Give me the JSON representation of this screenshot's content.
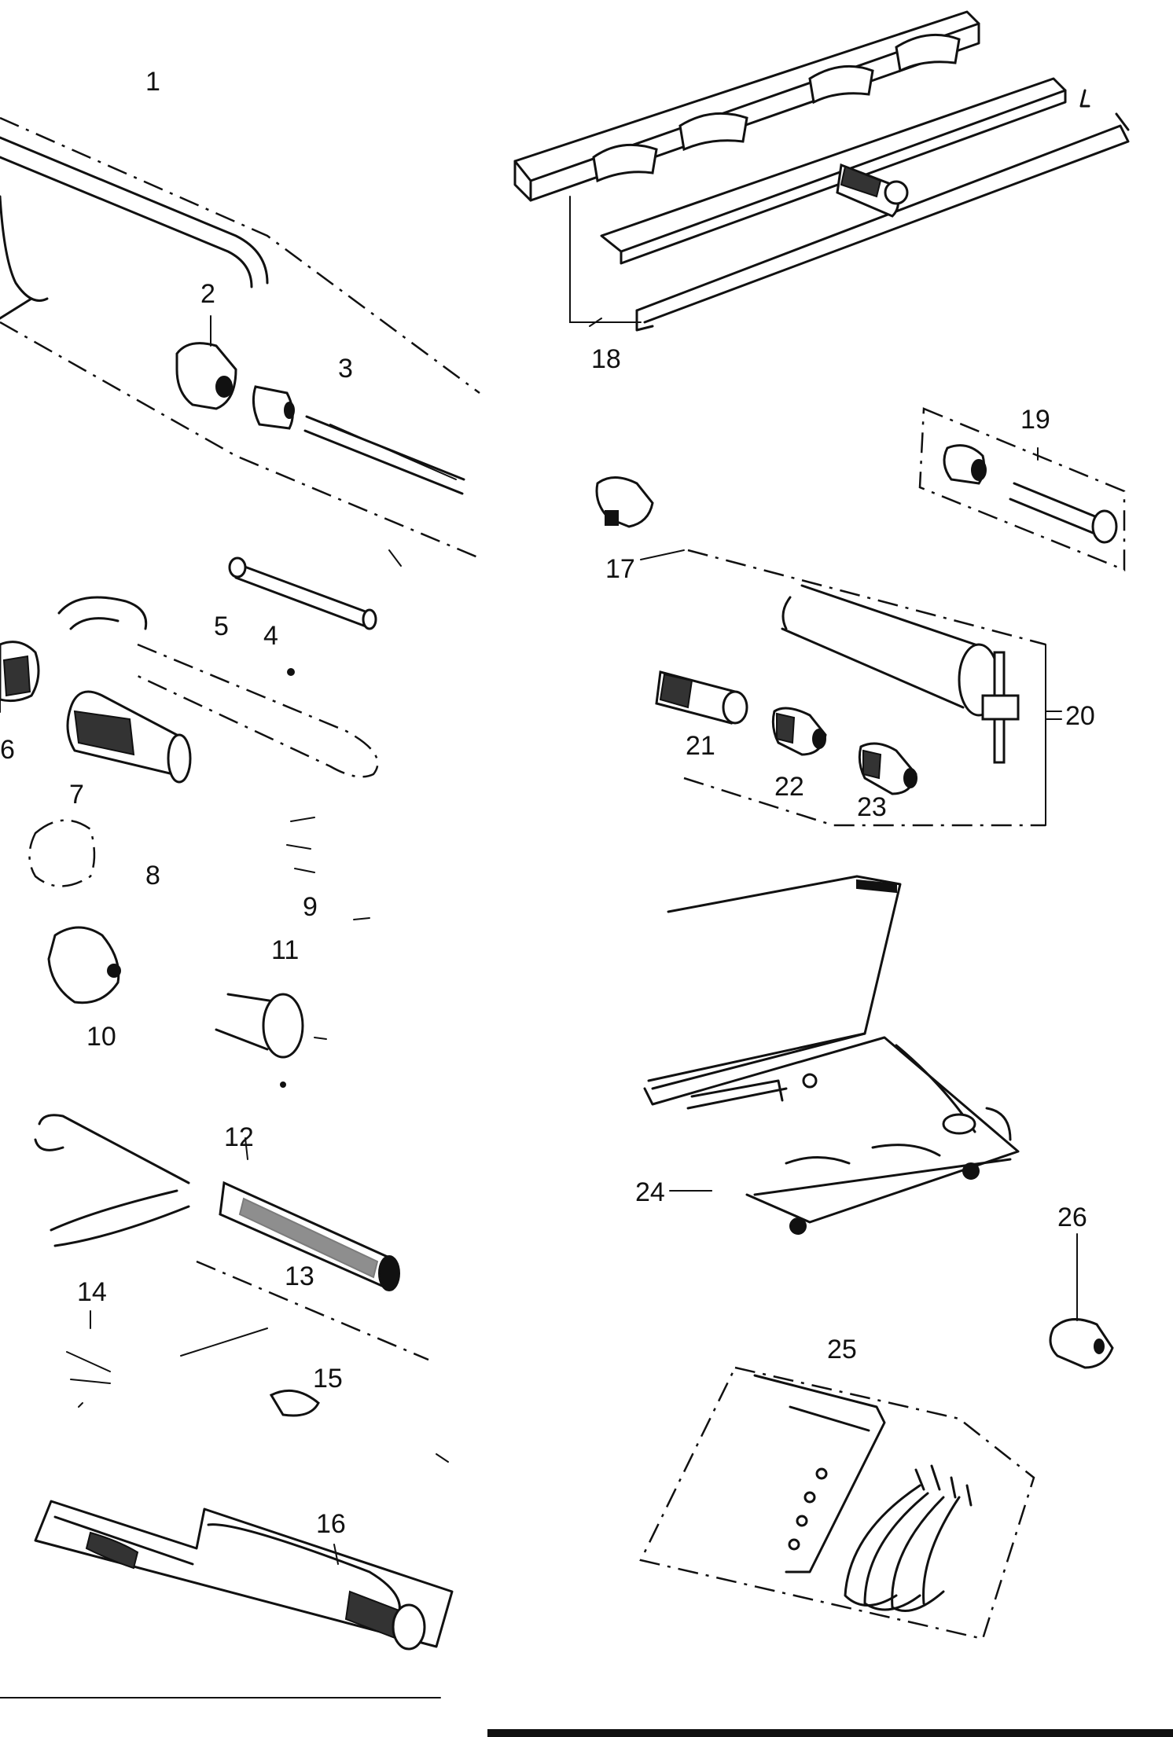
{
  "callouts": [
    {
      "id": "1",
      "label": "1"
    },
    {
      "id": "2",
      "label": "2"
    },
    {
      "id": "3",
      "label": "3"
    },
    {
      "id": "4",
      "label": "4"
    },
    {
      "id": "5",
      "label": "5"
    },
    {
      "id": "6",
      "label": "6"
    },
    {
      "id": "7",
      "label": "7"
    },
    {
      "id": "8",
      "label": "8"
    },
    {
      "id": "9",
      "label": "9"
    },
    {
      "id": "10",
      "label": "10"
    },
    {
      "id": "11",
      "label": "11"
    },
    {
      "id": "12",
      "label": "12"
    },
    {
      "id": "13",
      "label": "13"
    },
    {
      "id": "14",
      "label": "14"
    },
    {
      "id": "15",
      "label": "15"
    },
    {
      "id": "16",
      "label": "16"
    },
    {
      "id": "17",
      "label": "17"
    },
    {
      "id": "18",
      "label": "18"
    },
    {
      "id": "19",
      "label": "19"
    },
    {
      "id": "20",
      "label": "20"
    },
    {
      "id": "21",
      "label": "21"
    },
    {
      "id": "22",
      "label": "22"
    },
    {
      "id": "23",
      "label": "23"
    },
    {
      "id": "24",
      "label": "24"
    },
    {
      "id": "25",
      "label": "25"
    },
    {
      "id": "26",
      "label": "26"
    }
  ],
  "colors": {
    "ink": "#111111",
    "paper": "#ffffff"
  }
}
